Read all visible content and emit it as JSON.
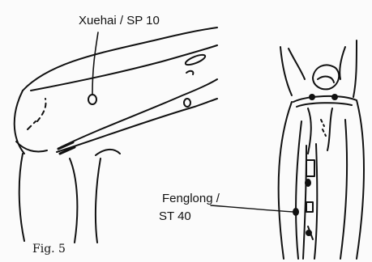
{
  "labels": {
    "sp10": "Xuehai / SP 10",
    "st40_line1": "Fenglong /",
    "st40_line2": "ST 40"
  },
  "caption": "Fig. 5",
  "colors": {
    "ink": "#111111",
    "paper": "#fbfbfb"
  }
}
